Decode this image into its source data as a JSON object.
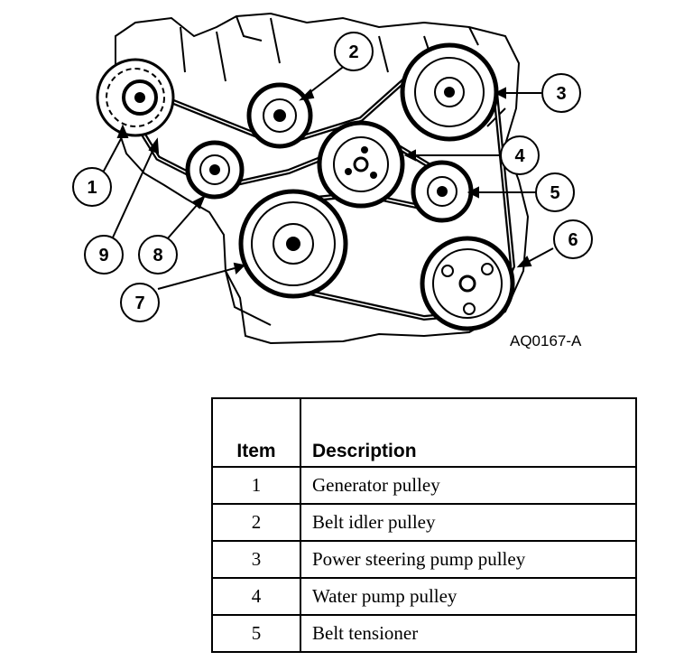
{
  "figure": {
    "id_label": "AQ0167-A",
    "callouts": [
      "1",
      "2",
      "3",
      "4",
      "5",
      "6",
      "7",
      "8",
      "9"
    ]
  },
  "table": {
    "headers": {
      "item": "Item",
      "description": "Description"
    },
    "rows": [
      {
        "item": "1",
        "description": "Generator pulley"
      },
      {
        "item": "2",
        "description": "Belt idler pulley"
      },
      {
        "item": "3",
        "description": "Power steering pump pulley"
      },
      {
        "item": "4",
        "description": "Water pump pulley"
      },
      {
        "item": "5",
        "description": "Belt tensioner"
      }
    ]
  }
}
